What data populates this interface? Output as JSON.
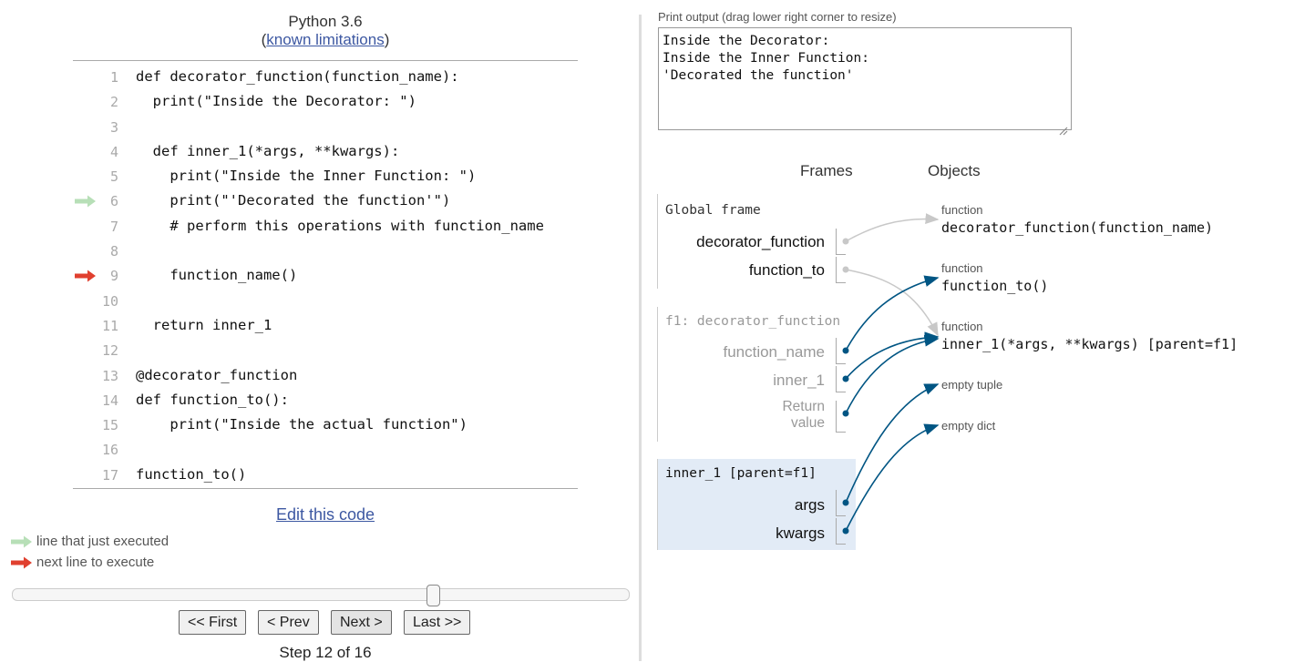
{
  "header": {
    "language": "Python 3.6",
    "limits_link": "known limitations",
    "paren_open": "(",
    "paren_close": ")"
  },
  "code_lines": [
    {
      "n": "1",
      "text": "def decorator_function(function_name):"
    },
    {
      "n": "2",
      "text": "  print(\"Inside the Decorator: \")"
    },
    {
      "n": "3",
      "text": ""
    },
    {
      "n": "4",
      "text": "  def inner_1(*args, **kwargs):"
    },
    {
      "n": "5",
      "text": "    print(\"Inside the Inner Function: \")"
    },
    {
      "n": "6",
      "text": "    print(\"'Decorated the function'\")"
    },
    {
      "n": "7",
      "text": "    # perform this operations with function_name"
    },
    {
      "n": "8",
      "text": ""
    },
    {
      "n": "9",
      "text": "    function_name()"
    },
    {
      "n": "10",
      "text": ""
    },
    {
      "n": "11",
      "text": "  return inner_1"
    },
    {
      "n": "12",
      "text": ""
    },
    {
      "n": "13",
      "text": "@decorator_function"
    },
    {
      "n": "14",
      "text": "def function_to():"
    },
    {
      "n": "15",
      "text": "    print(\"Inside the actual function\")"
    },
    {
      "n": "16",
      "text": ""
    },
    {
      "n": "17",
      "text": "function_to()"
    }
  ],
  "executed_line": 6,
  "next_line": 9,
  "edit_link": "Edit this code",
  "legend": {
    "executed": "line that just executed",
    "next": "next line to execute"
  },
  "nav": {
    "first": "<< First",
    "prev": "< Prev",
    "next": "Next >",
    "last": "Last >>",
    "step": "Step 12 of 16",
    "step_current": 12,
    "step_total": 16
  },
  "print_output": {
    "label": "Print output (drag lower right corner to resize)",
    "text": "Inside the Decorator: \nInside the Inner Function: \n'Decorated the function'"
  },
  "viz": {
    "frames_header": "Frames",
    "objects_header": "Objects",
    "global_frame": {
      "title": "Global frame",
      "vars": [
        "decorator_function",
        "function_to"
      ]
    },
    "f1_frame": {
      "title": "f1: decorator_function",
      "vars": [
        "function_name",
        "inner_1"
      ],
      "return_label_1": "Return",
      "return_label_2": "value"
    },
    "inner_frame": {
      "title": "inner_1 [parent=f1]",
      "vars": [
        "args",
        "kwargs"
      ]
    },
    "objects": [
      {
        "type": "function",
        "value": "decorator_function(function_name)"
      },
      {
        "type": "function",
        "value": "function_to()"
      },
      {
        "type": "function",
        "value": "inner_1(*args, **kwargs) [parent=f1]"
      },
      {
        "type": "empty tuple",
        "value": ""
      },
      {
        "type": "empty dict",
        "value": ""
      }
    ]
  },
  "colors": {
    "link": "#3d58a2",
    "executed_arrow": "#b7dfb7",
    "next_arrow": "#e0402f",
    "pointer": "#005583",
    "pointer_faded": "#c8c8c8",
    "active_frame_bg": "#e2ebf6"
  }
}
